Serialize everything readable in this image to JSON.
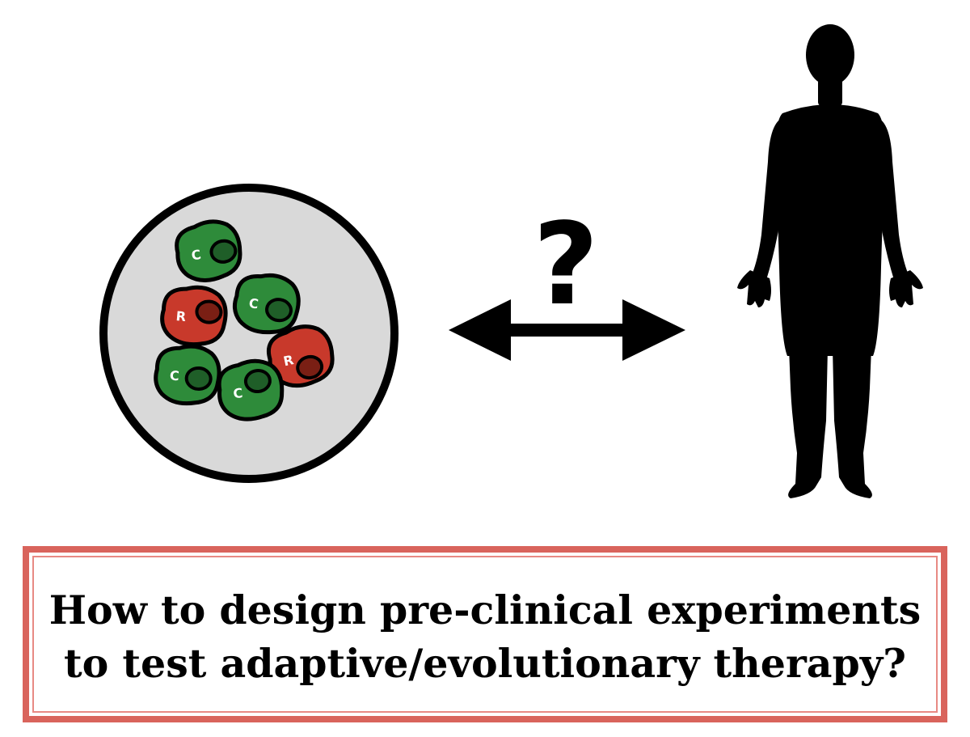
{
  "diagram": {
    "cells": [
      {
        "label": "C",
        "type": "sensitive",
        "color": "#2e8b3a"
      },
      {
        "label": "R",
        "type": "resistant",
        "color": "#c8392b"
      },
      {
        "label": "C",
        "type": "sensitive",
        "color": "#2e8b3a"
      },
      {
        "label": "R",
        "type": "resistant",
        "color": "#c8392b"
      },
      {
        "label": "C",
        "type": "sensitive",
        "color": "#2e8b3a"
      },
      {
        "label": "C",
        "type": "sensitive",
        "color": "#2e8b3a"
      }
    ],
    "dish_color": "#d9d9d9",
    "question": "?",
    "icons": [
      "petri-dish-icon",
      "double-arrow-icon",
      "human-silhouette-icon"
    ]
  },
  "caption": {
    "line1": "How to design pre-clinical experiments",
    "line2": "to test adaptive/evolutionary therapy?",
    "border_color": "#d9645c"
  }
}
